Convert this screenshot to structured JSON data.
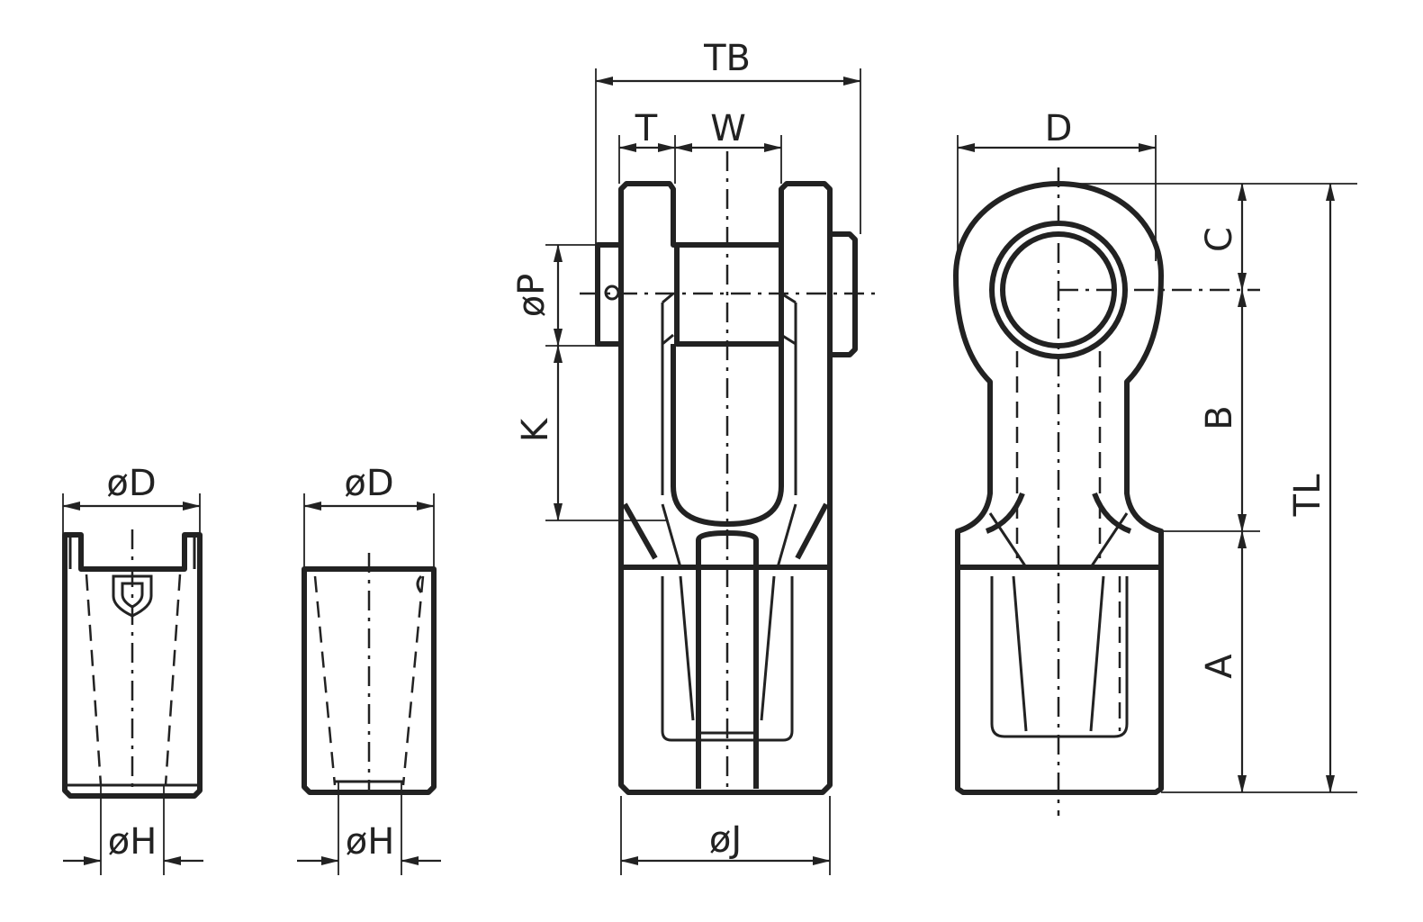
{
  "labels": {
    "socket_a_dia_d": "øD",
    "socket_a_dia_h": "øH",
    "socket_b_dia_d": "øD",
    "socket_b_dia_h": "øH",
    "tb": "TB",
    "t": "T",
    "w": "W",
    "dia_p": "øP",
    "k": "K",
    "dia_j": "øJ",
    "d": "D",
    "c": "C",
    "b": "B",
    "tl": "TL",
    "a": "A"
  },
  "line_color": "#222222",
  "background": "#ffffff"
}
